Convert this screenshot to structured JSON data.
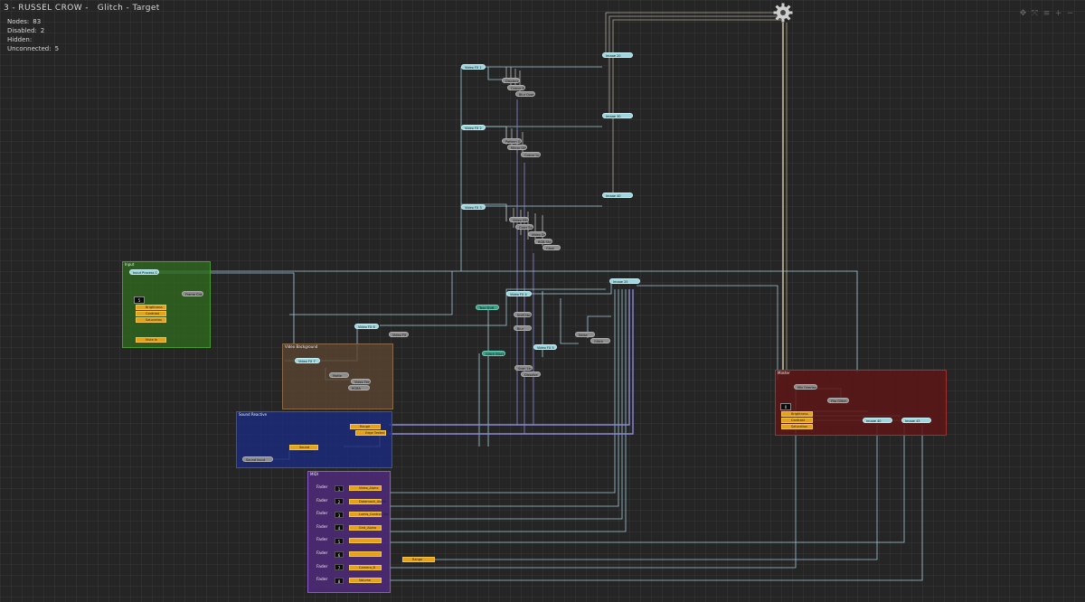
{
  "header": {
    "title": "3 - RUSSEL CROW -   Glitch - Target",
    "stats": [
      {
        "label": "Nodes:",
        "value": "83"
      },
      {
        "label": "Disabled:",
        "value": "2"
      },
      {
        "label": "Hidden:",
        "value": ""
      },
      {
        "label": "Unconnected:",
        "value": "5"
      }
    ]
  },
  "view_controls": [
    "move-icon",
    "fit-icon",
    "menu-icon",
    "zoom-in-icon",
    "zoom-out-icon"
  ],
  "colors": {
    "canvas": "#252525",
    "wire_cyan": "#9ec9d6",
    "wire_purple": "#8a8ad8",
    "group_green": "#2f6a1e",
    "group_brown": "#5a4530",
    "group_blue": "#1c2a7a",
    "group_purple": "#4e2a78",
    "group_red": "#5c1717"
  },
  "groups": {
    "input": {
      "title": "Input",
      "number_box": "5"
    },
    "video_background": {
      "title": "Video Background"
    },
    "sound_reactive": {
      "title": "Sound Reactive"
    },
    "midi": {
      "title": "MIDI"
    },
    "master": {
      "title": "Master",
      "number_box": "0"
    }
  },
  "nodes": {
    "input_video": "Input Process 1",
    "input_frame": "Frame Grab",
    "brightness_1": "Brightness",
    "contrast_1": "Contrast",
    "saturation_1": "Saturation",
    "mute_in": "Mute In",
    "vfx_1": "Video FX 1",
    "vfx_2": "Video FX 2",
    "vfx_3": "Video FX 3",
    "image_1": "Image 20",
    "image_2": "Image 30",
    "image_3": "Image 40",
    "image_4": "Image 25",
    "fx1_a": "Displace",
    "fx1_b": "Colour Bars",
    "fx1_c": "Blur Overlay",
    "fx2_a": "Pattern Gen",
    "fx2_b": "Mirror Glitch",
    "fx2_c": "Colour Lim...",
    "fx3_a": "Video Effect",
    "fx3_b": "Color Spl..",
    "fx3_c": "Video Delay",
    "fx3_d": "RGB Shift",
    "fx3_e": "Glow",
    "vfx_mid": "Video FX 4",
    "teal_1": "Text Shift",
    "teal_2": "Glitch Blocks",
    "mid_a": "Shift Noise",
    "mid_b": "Blur",
    "mid_c": "Scan Lines",
    "mid_d": "Dissolve",
    "vfx_5": "Video FX 5",
    "vfx_6": "Video FX 6",
    "bg_video": "Video FX 7",
    "bg_a": "Matte",
    "bg_b": "Video Feed",
    "bg_c": "RGBA",
    "vfx_right": "Video FX 8",
    "mid_r1": "Noise",
    "mid_r2": "Glitch",
    "sound_range": "Range Remap",
    "sound_edge": "Edge Teeted",
    "sound_band": "Sound Amplifier",
    "sound_input": "Sound Input",
    "master_a": "Mix Overlay",
    "master_b": "Flip Glitch",
    "brightness_2": "Brightness",
    "contrast_2": "Contrast",
    "saturation_2": "Saturation",
    "master_image_1": "Image 40",
    "master_image_2": "Image 43",
    "range_remap_2": "Range Remap"
  },
  "faders": [
    {
      "label": "Fader",
      "num": "1",
      "target": "Video_Alpha"
    },
    {
      "label": "Fader",
      "num": "2",
      "target": "Datamosh_Alpha"
    },
    {
      "label": "Fader",
      "num": "3",
      "target": "Lumis_Control_Alp.."
    },
    {
      "label": "Fader",
      "num": "4",
      "target": "Grid_Alpha"
    },
    {
      "label": "Fader",
      "num": "5",
      "target": ""
    },
    {
      "label": "Fader",
      "num": "6",
      "target": ""
    },
    {
      "label": "Fader",
      "num": "7",
      "target": "Camera_B"
    },
    {
      "label": "Fader",
      "num": "8",
      "target": "Volume"
    }
  ]
}
